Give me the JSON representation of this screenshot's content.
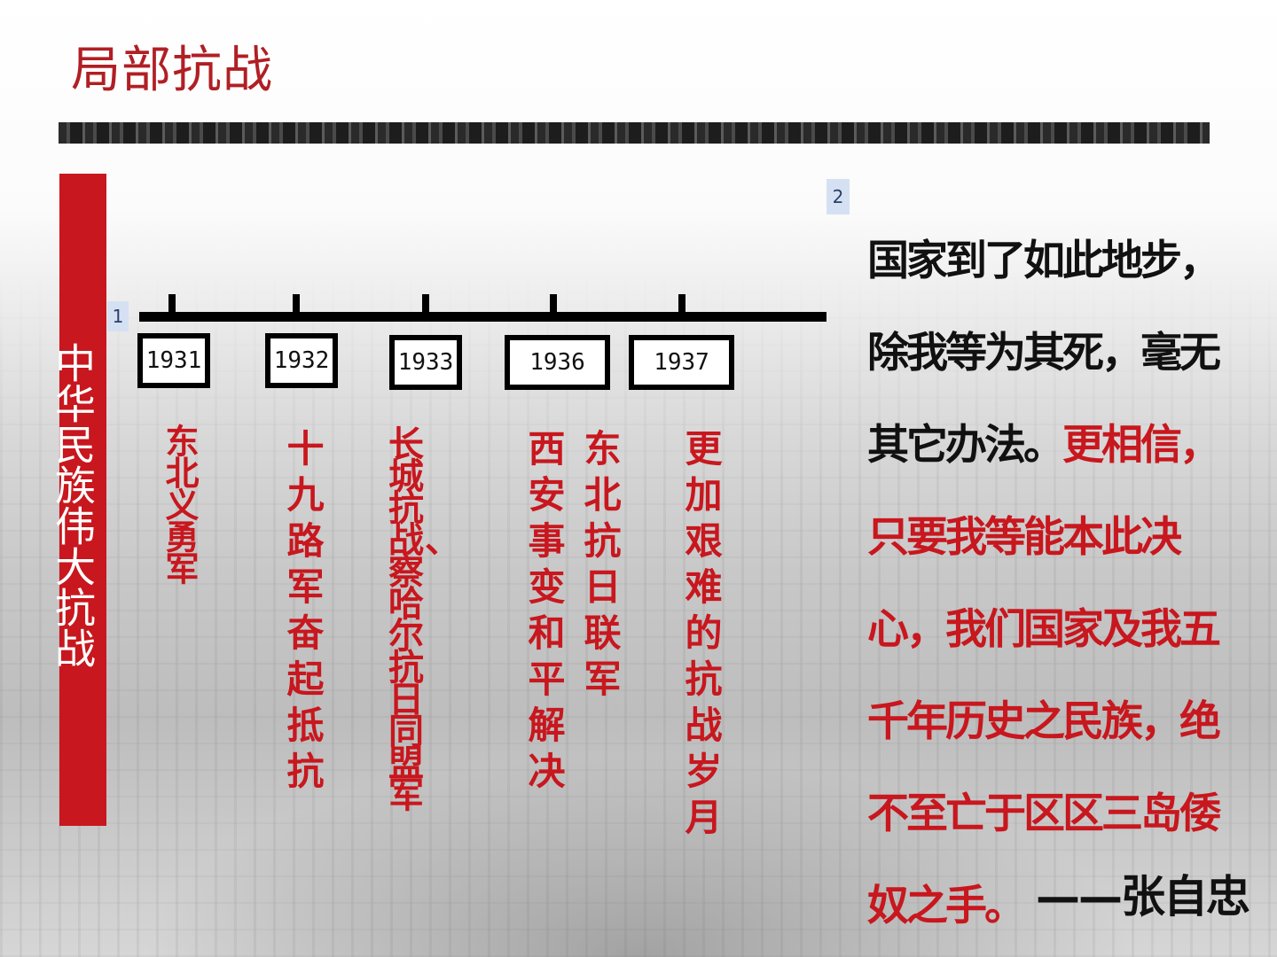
{
  "slide": {
    "title": "局部抗战",
    "banner": "中华民族伟大抗战",
    "markers": [
      "1",
      "2"
    ]
  },
  "timeline": {
    "years": [
      "1931",
      "1932",
      "1933",
      "1936",
      "1937"
    ],
    "events": [
      {
        "year": "1931",
        "text": "东北义勇军"
      },
      {
        "year": "1932",
        "text": "十九路军奋起抵抗"
      },
      {
        "year": "1933",
        "text": "长城抗战、察哈尔抗日同盟军"
      },
      {
        "year": "1936",
        "col_a": "西安事变和平解决",
        "col_b": "东北抗日联军"
      },
      {
        "year": "1937",
        "text": "更加艰难的抗战岁月"
      }
    ]
  },
  "quote": {
    "part_black": "国家到了如此地步，除我等为其死，毫无其它办法。",
    "part_red": "更相信，只要我等能本此决心，我们国家及我五千年历史之民族，绝不至亡于区区三岛倭奴之手。",
    "author": "——张自忠"
  },
  "colors": {
    "accent_red": "#c8171e",
    "title_red": "#b01f24",
    "marker_bg": "#d5e1f3"
  }
}
